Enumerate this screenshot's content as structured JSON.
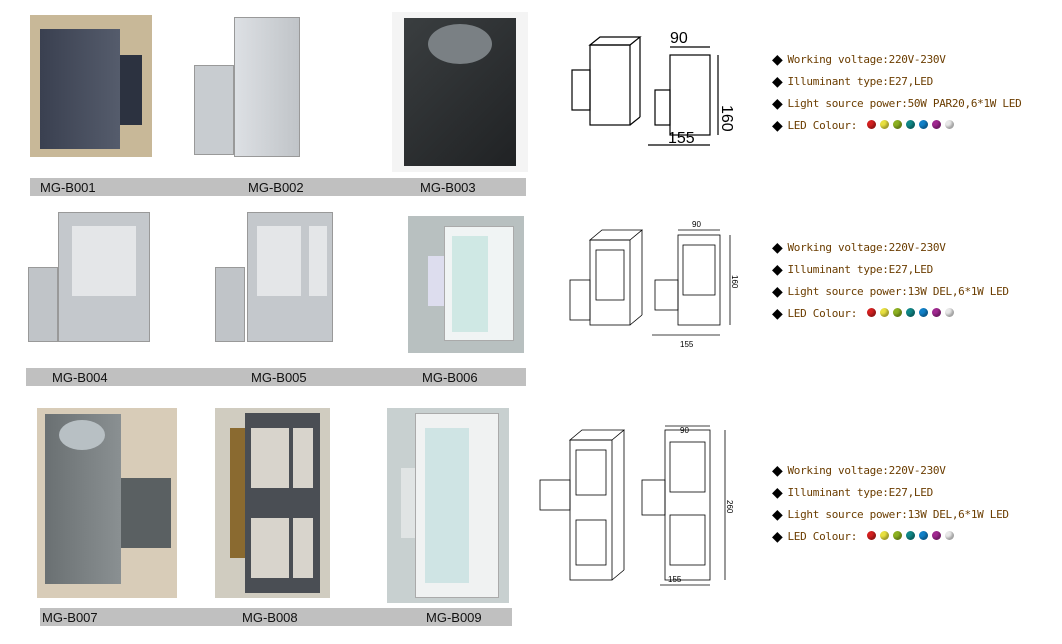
{
  "rows": [
    {
      "labels": [
        "MG-B001",
        "MG-B002",
        "MG-B003"
      ],
      "drawing": {
        "width": "90",
        "height": "160",
        "depth": "155"
      },
      "specs": {
        "voltage": "Working voltage:220V-230V",
        "type": "Illuminant type:E27,LED",
        "power": "Light source power:50W PAR20,6*1W LED",
        "colour": "LED Colour:"
      }
    },
    {
      "labels": [
        "MG-B004",
        "MG-B005",
        "MG-B006"
      ],
      "drawing": {
        "width": "90",
        "height": "160",
        "depth": "155"
      },
      "specs": {
        "voltage": "Working voltage:220V-230V",
        "type": "Illuminant type:E27,LED",
        "power": "Light source power:13W DEL,6*1W LED",
        "colour": "LED Colour:"
      }
    },
    {
      "labels": [
        "MG-B007",
        "MG-B008",
        "MG-B009"
      ],
      "drawing": {
        "width": "90",
        "height": "260",
        "depth": "155"
      },
      "specs": {
        "voltage": "Working voltage:220V-230V",
        "type": "Illuminant type:E27,LED",
        "power": "Light source power:13W DEL,6*1W LED",
        "colour": "LED Colour:"
      }
    }
  ],
  "led_colours": [
    "#d42020",
    "#e8e040",
    "#8cb020",
    "#108888",
    "#1080c8",
    "#a02890",
    "#e8e8e8"
  ]
}
